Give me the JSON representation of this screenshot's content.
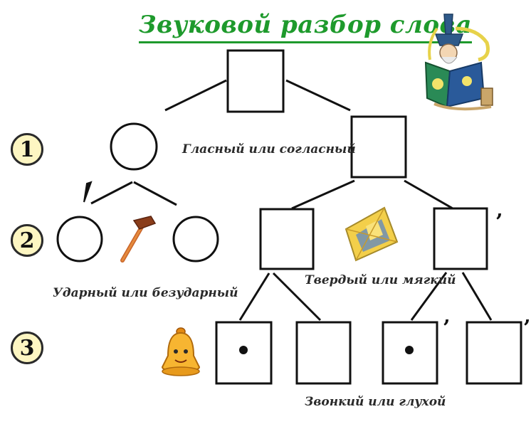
{
  "title": "Звуковой разбор слова",
  "levels": [
    "1",
    "2",
    "3"
  ],
  "labels": {
    "vowel_consonant": "Гласный или согласный",
    "stressed": "Ударный или безударный",
    "hard_soft": "Твердый или мягкий",
    "voiced_voiceless": "Звонкий или глухой"
  },
  "marks": {
    "soft_sign": "’"
  },
  "colors": {
    "title": "#1e9a2c",
    "badge_fill": "#fdf6c2",
    "stroke": "#111111"
  },
  "icons": [
    "wizard-with-book-icon",
    "hammer-icon",
    "pillow-icon",
    "bell-icon"
  ]
}
